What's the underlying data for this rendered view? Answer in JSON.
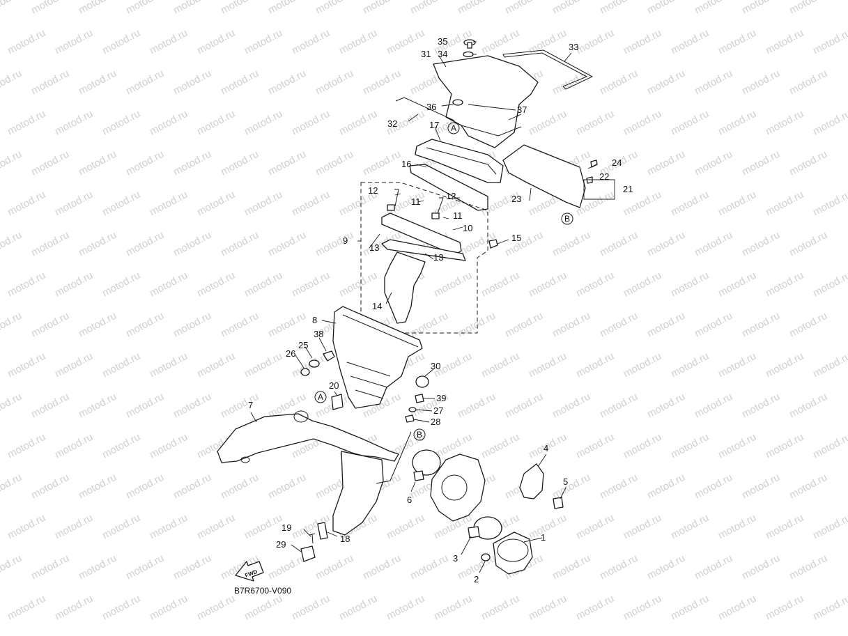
{
  "watermark": "motod.ru",
  "drawing_code": "B7R6700-V090",
  "fwd_label": "FWD",
  "reference_marks": [
    "A",
    "B"
  ],
  "callouts": [
    "1",
    "2",
    "3",
    "4",
    "5",
    "6",
    "7",
    "8",
    "9",
    "10",
    "11",
    "12",
    "13",
    "14",
    "15",
    "16",
    "17",
    "18",
    "19",
    "20",
    "21",
    "22",
    "23",
    "24",
    "25",
    "26",
    "27",
    "28",
    "29",
    "30",
    "31",
    "32",
    "33",
    "34",
    "35",
    "36",
    "37",
    "38",
    "39"
  ]
}
